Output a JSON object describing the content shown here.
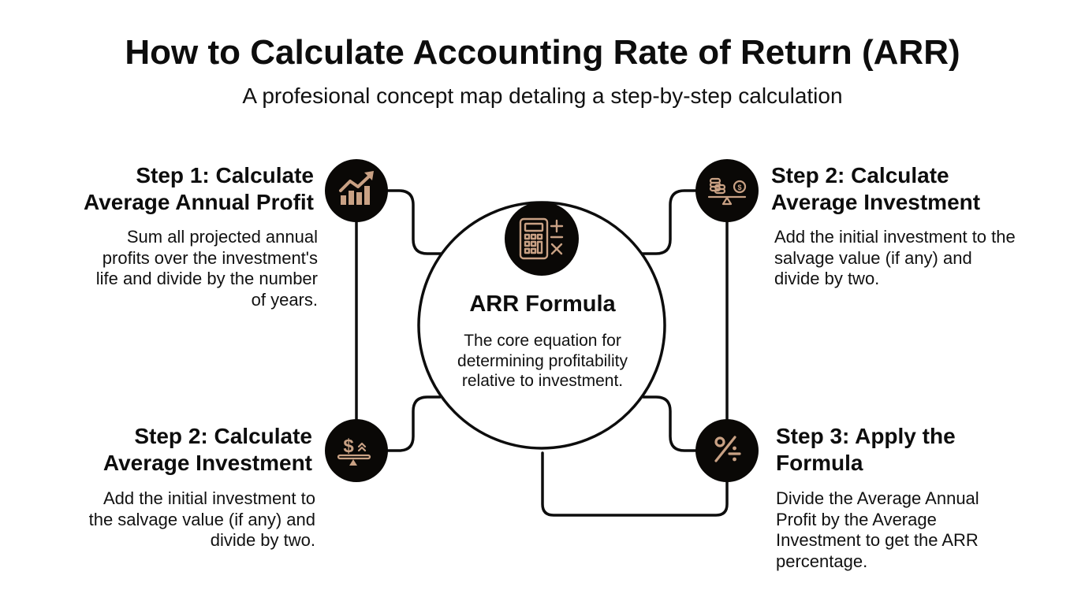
{
  "header": {
    "title": "How to Calculate Accounting Rate of Return (ARR)",
    "subtitle": "A profesional concept map detaling a step-by-step calculation"
  },
  "center": {
    "icon": "calculator-icon",
    "title": "ARR Formula",
    "description": "The core equation for determining profitability relative to investment."
  },
  "nodes": [
    {
      "position": "top-left",
      "icon": "growth-chart-icon",
      "title_line1": "Step 1: Calculate",
      "title_line2": "Average Annual Profit",
      "desc_lines": [
        "Sum all projected annual",
        "profits over the investment's",
        "life and divide by the number",
        "of years."
      ]
    },
    {
      "position": "top-right",
      "icon": "coins-balance-icon",
      "title_line1": "Step 2: Calculate",
      "title_line2": "Average Investment",
      "desc_lines": [
        "Add the initial investment to the",
        "salvage value (if any) and",
        "divide by two."
      ]
    },
    {
      "position": "bottom-left",
      "icon": "dollar-balance-icon",
      "title_line1": "Step 2: Calculate",
      "title_line2": "Average Investment",
      "desc_lines": [
        "Add the initial investment to",
        "the salvage value (if any) and",
        "divide by two."
      ]
    },
    {
      "position": "bottom-right",
      "icon": "percent-divide-icon",
      "title_line1": "Step 3: Apply the",
      "title_line2": "Formula",
      "desc_lines": [
        "Divide the Average Annual",
        "Profit by the Average",
        "Investment to get the ARR",
        "percentage."
      ]
    }
  ],
  "colors": {
    "icon_bg": "#0a0806",
    "icon_stroke": "#c9a184",
    "line": "#0d0d0d",
    "background": "#ffffff"
  }
}
